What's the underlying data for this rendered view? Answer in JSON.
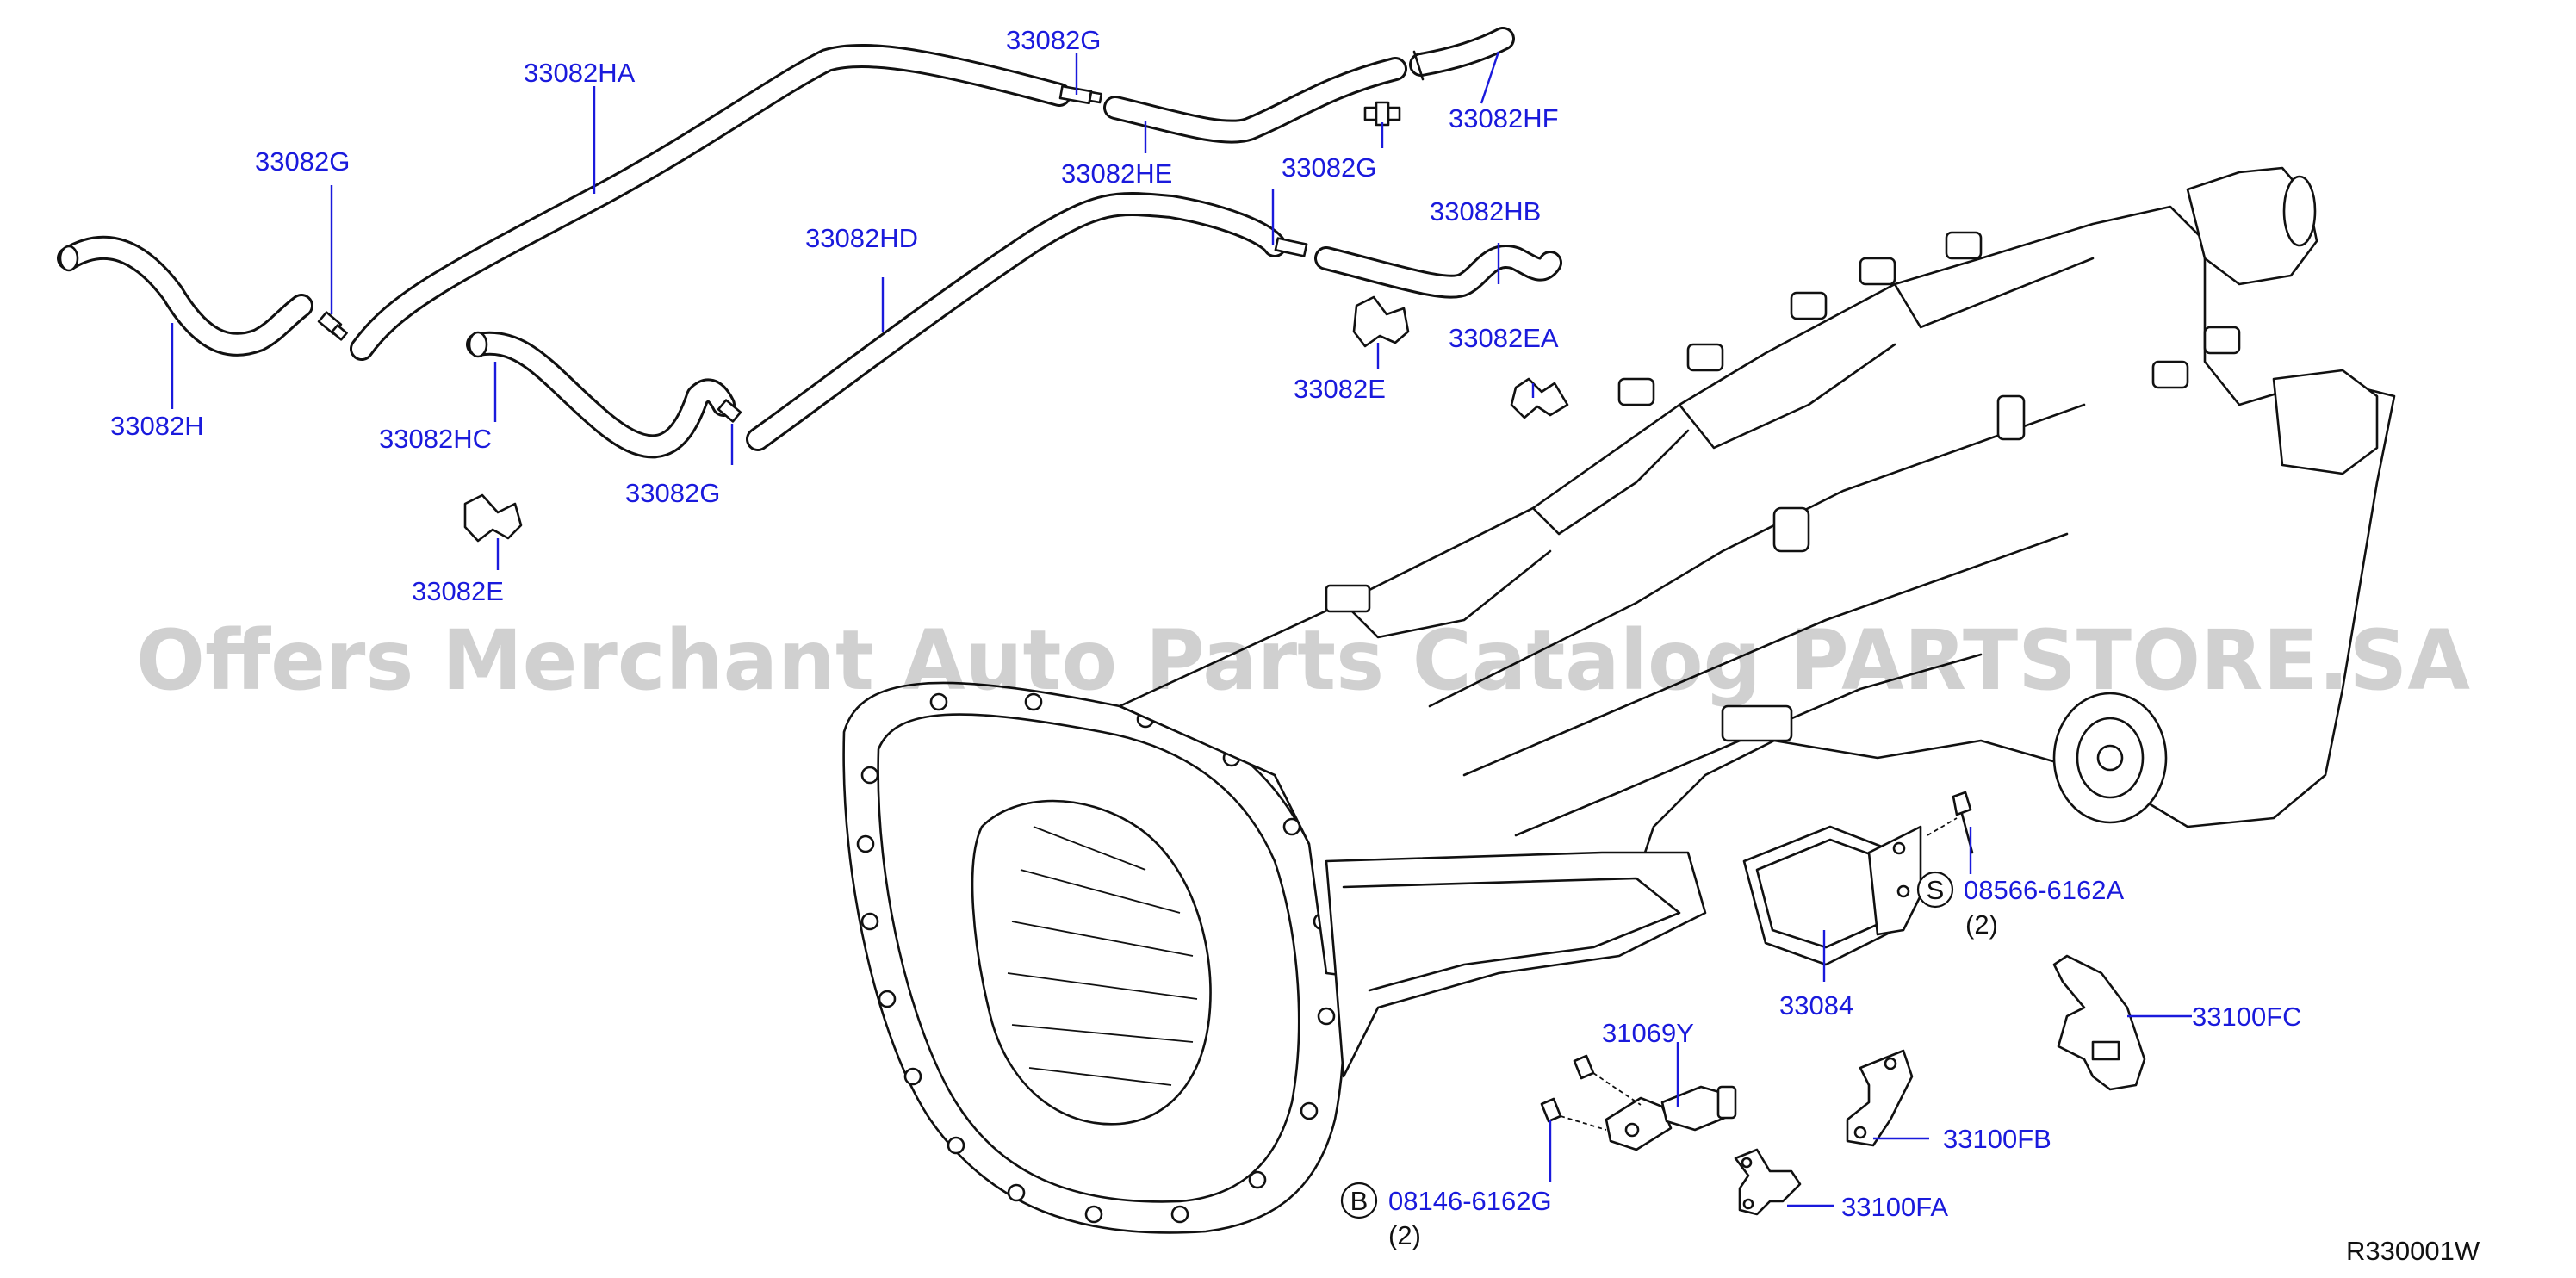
{
  "watermark": "Offers Merchant Auto Parts Catalog PARTSTORE.SA",
  "diagram_code": "R330001W",
  "labels": {
    "p33082HA": "33082HA",
    "p33082G_top": "33082G",
    "p33082HF": "33082HF",
    "p33082HE": "33082HE",
    "p33082G_mid": "33082G",
    "p33082HB": "33082HB",
    "p33082HD": "33082HD",
    "p33082G_left": "33082G",
    "p33082H": "33082H",
    "p33082HC": "33082HC",
    "p33082G_low": "33082G",
    "p33082E_left": "33082E",
    "p33082E_right": "33082E",
    "p33082EA": "33082EA",
    "p08566": "08566-6162A",
    "p08566_qty": "(2)",
    "p08566_symbol": "S",
    "p33084": "33084",
    "p33100FC": "33100FC",
    "p31069Y": "31069Y",
    "p33100FB": "33100FB",
    "p33100FA": "33100FA",
    "p08146": "08146-6162G",
    "p08146_qty": "(2)",
    "p08146_symbol": "B"
  },
  "colors": {
    "label": "#1a1adc",
    "line": "#111111",
    "watermark": "#bdbdbd"
  }
}
